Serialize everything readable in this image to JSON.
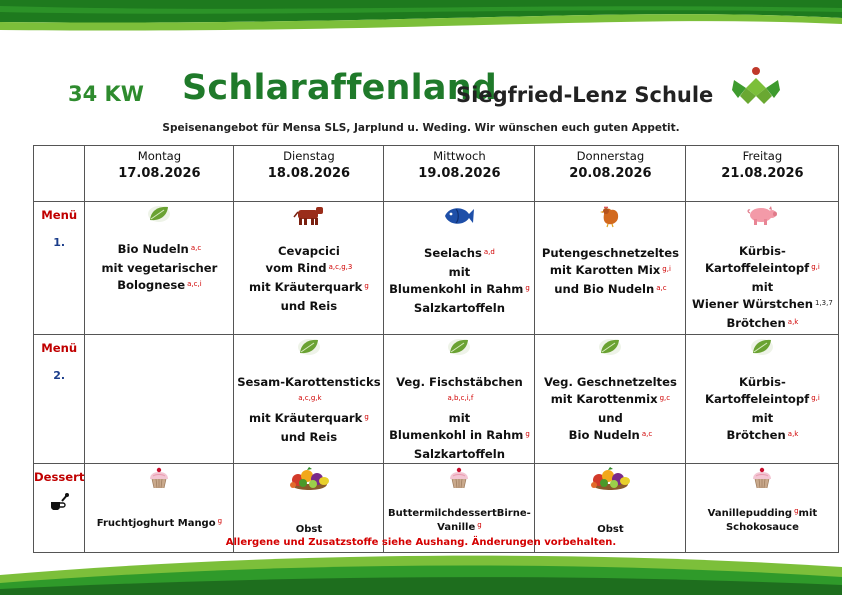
{
  "header": {
    "week": "34 KW",
    "title": "Schlaraffenland",
    "school": "Siegfried-Lenz Schule",
    "subtitle": "Speisenangebot für Mensa SLS, Jarplund u. Weding. Wir wünschen euch guten Appetit."
  },
  "colors": {
    "brand_green": "#1f7a2a",
    "allergen_red": "#d00000",
    "label_blue": "#1a3c8a"
  },
  "days": [
    {
      "name": "Montag",
      "date": "17.08.2026"
    },
    {
      "name": "Dienstag",
      "date": "18.08.2026"
    },
    {
      "name": "Mittwoch",
      "date": "19.08.2026"
    },
    {
      "name": "Donnerstag",
      "date": "20.08.2026"
    },
    {
      "name": "Freitag",
      "date": "21.08.2026"
    }
  ],
  "labels": {
    "menu1": {
      "title": "Menü",
      "num": "1."
    },
    "menu2": {
      "title": "Menü",
      "num": "2."
    },
    "dessert": "Dessert"
  },
  "menu1": [
    {
      "icon": "leaf-icon",
      "lines": [
        {
          "t": "Bio Nudeln",
          "a": "a,c"
        },
        {
          "t": "mit vegetarischer",
          "a": ""
        },
        {
          "t": "Bolognese",
          "a": "a,c,i"
        }
      ]
    },
    {
      "icon": "cow-icon",
      "lines": [
        {
          "t": "Cevapcici",
          "a": ""
        },
        {
          "t": "vom Rind",
          "a": "a,c,g,3"
        },
        {
          "t": "mit Kräuterquark",
          "a": "g"
        },
        {
          "t": "und Reis",
          "a": ""
        }
      ]
    },
    {
      "icon": "fish-icon",
      "lines": [
        {
          "t": "Seelachs",
          "a": "a,d"
        },
        {
          "t": "mit",
          "a": ""
        },
        {
          "t": "Blumenkohl in Rahm",
          "a": "g"
        },
        {
          "t": "Salzkartoffeln",
          "a": ""
        }
      ]
    },
    {
      "icon": "chicken-icon",
      "lines": [
        {
          "t": "Putengeschnetzeltes",
          "a": ""
        },
        {
          "t": "mit Karotten Mix",
          "a": "g,i"
        },
        {
          "t": "und Bio Nudeln",
          "a": "a,c"
        }
      ]
    },
    {
      "icon": "pig-icon",
      "lines": [
        {
          "t": "Kürbis-",
          "a": ""
        },
        {
          "t": "Kartoffeleintopf",
          "a": "g,i"
        },
        {
          "t": "mit",
          "a": ""
        },
        {
          "t": "Wiener Würstchen",
          "a": "1,3,7",
          "black": true
        },
        {
          "t": "Brötchen",
          "a": "a,k"
        }
      ]
    }
  ],
  "menu2": [
    {
      "icon": "",
      "lines": []
    },
    {
      "icon": "leaf-icon",
      "lines": [
        {
          "t": "Sesam-Karottensticks",
          "a": ""
        },
        {
          "t": "",
          "a": "a,c,g,k"
        },
        {
          "t": "mit Kräuterquark",
          "a": "g"
        },
        {
          "t": "und Reis",
          "a": ""
        }
      ]
    },
    {
      "icon": "leaf-icon",
      "lines": [
        {
          "t": "Veg. Fischstäbchen",
          "a": ""
        },
        {
          "t": "",
          "a": "a,b,c,i,f"
        },
        {
          "t": "mit",
          "a": ""
        },
        {
          "t": "Blumenkohl in Rahm",
          "a": "g"
        },
        {
          "t": "Salzkartoffeln",
          "a": ""
        }
      ]
    },
    {
      "icon": "leaf-icon",
      "lines": [
        {
          "t": "Veg. Geschnetzeltes",
          "a": ""
        },
        {
          "t": "mit Karottenmix",
          "a": "g,c"
        },
        {
          "t": "und",
          "a": ""
        },
        {
          "t": "Bio Nudeln",
          "a": "a,c"
        }
      ]
    },
    {
      "icon": "leaf-icon",
      "lines": [
        {
          "t": "Kürbis-",
          "a": ""
        },
        {
          "t": "Kartoffeleintopf",
          "a": "g,i"
        },
        {
          "t": "mit",
          "a": ""
        },
        {
          "t": "Brötchen",
          "a": "a,k"
        }
      ]
    }
  ],
  "dessert": [
    {
      "icon": "cupcake-icon",
      "lines": [
        {
          "t": "Fruchtjoghurt Mango",
          "a": "g"
        }
      ]
    },
    {
      "icon": "fruit-bowl-icon",
      "lines": [
        {
          "t": "Obst",
          "a": ""
        }
      ]
    },
    {
      "icon": "cupcake-icon",
      "lines": [
        {
          "t": "Buttermilchdessert",
          "a": ""
        },
        {
          "t": "Birne-Vanille",
          "a": "g"
        }
      ]
    },
    {
      "icon": "fruit-bowl-icon",
      "lines": [
        {
          "t": "Obst",
          "a": ""
        }
      ]
    },
    {
      "icon": "cupcake-icon",
      "lines": [
        {
          "t": "Vanillepudding",
          "a": "g"
        },
        {
          "t": "mit Schokosauce",
          "a": ""
        }
      ]
    }
  ],
  "footer": "Allergene und Zusatzstoffe siehe Aushang. Änderungen vorbehalten."
}
